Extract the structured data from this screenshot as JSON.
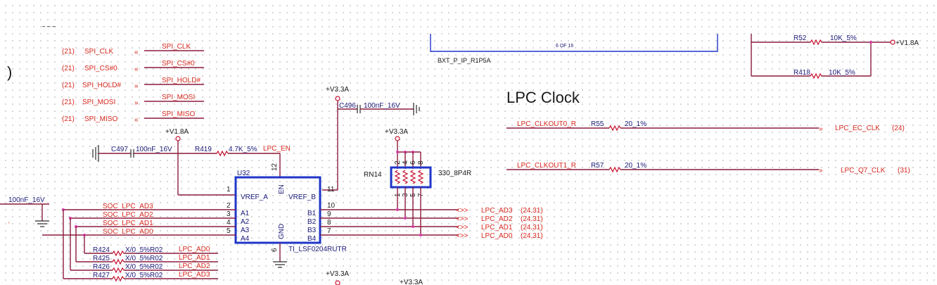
{
  "title": "LPC Clock",
  "paren": ")",
  "spi": {
    "refs": [
      "(21)",
      "(21)",
      "(21)",
      "(21)",
      "(21)"
    ],
    "left": [
      "SPI_CLK",
      "SPI_CS#0",
      "SPI_HOLD#",
      "SPI_MOSI",
      "SPI_MISO"
    ],
    "right": [
      "SPI_CLK",
      "SPI_CS#0",
      "SPI_HOLD#",
      "SPI_MOSI",
      "SPI_MISO"
    ]
  },
  "top_block": {
    "page": "6 OF 16",
    "part": "BXT_P_IP_R1P5A",
    "r52": "R52",
    "r52_val": "10K_5%",
    "r418": "R418",
    "r418_val": "10K_5%",
    "rail": "+V1.8A"
  },
  "rails": {
    "v33": "+V3.3A",
    "v18": "+V1.8A"
  },
  "caps": {
    "c496": "C496",
    "c496_val": "100nF_16V",
    "c497": "C497",
    "c497_val": "100nF_16V",
    "left_cap_val": "100nF_16V"
  },
  "r419": {
    "ref": "R419",
    "val": "4.7K_5%",
    "net": "LPC_EN"
  },
  "u32": {
    "ref": "U32",
    "part": "TI_LSF0204RUTR",
    "vref_a": "VREF_A",
    "vref_b": "VREF_B",
    "en": "EN",
    "gnd": "GND",
    "a_pins": [
      "A1",
      "A2",
      "A3",
      "A4"
    ],
    "b_pins": [
      "B1",
      "B2",
      "B3",
      "B4"
    ],
    "pin_vref_a": "1",
    "pin_vref_b": "11",
    "pin_en": "12",
    "pin_gnd": "6",
    "a_nums": [
      "2",
      "3",
      "4",
      "5"
    ],
    "b_nums": [
      "10",
      "9",
      "8",
      "7"
    ]
  },
  "soc_nets": [
    "SOC_LPC_AD3",
    "SOC_LPC_AD2",
    "SOC_LPC_AD1",
    "SOC_LPC_AD0"
  ],
  "lpc_out": {
    "nets": [
      "LPC_AD3",
      "LPC_AD2",
      "LPC_AD1",
      "LPC_AD0"
    ],
    "refs": [
      "(24,31)",
      "(24,31)",
      "(24,31)",
      "(24,31)"
    ]
  },
  "rn14": {
    "ref": "RN14",
    "val": "330_8P4R",
    "top_pins": [
      "2",
      "4",
      "6",
      "8"
    ],
    "bottom_pins": [
      "1",
      "3",
      "5",
      "7"
    ]
  },
  "bottom_resistors": [
    {
      "ref": "R424",
      "val": "X/0_5%R02",
      "net": "LPC_AD0"
    },
    {
      "ref": "R425",
      "val": "X/0_5%R02",
      "net": "LPC_AD1"
    },
    {
      "ref": "R426",
      "val": "X/0_5%R02",
      "net": "LPC_AD2"
    },
    {
      "ref": "R427",
      "val": "X/0_5%R02",
      "net": "LPC_AD3"
    }
  ],
  "clk": [
    {
      "net": "LPC_CLKOUT0_R",
      "ref": "R55",
      "val": "20_1%",
      "out": "LPC_EC_CLK",
      "out_ref": "(24)"
    },
    {
      "net": "LPC_CLKOUT1_R",
      "ref": "R57",
      "val": "20_1%",
      "out": "LPC_Q7_CLK",
      "out_ref": "(31)"
    }
  ]
}
